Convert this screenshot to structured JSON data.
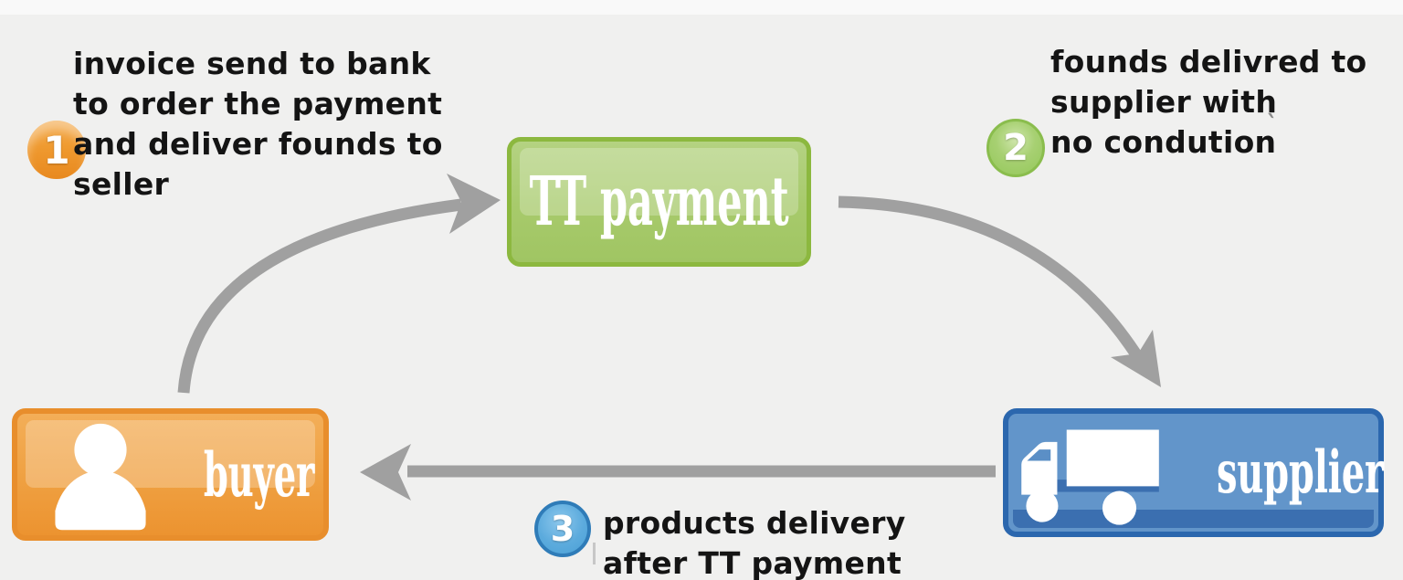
{
  "canvas": {
    "background": "#f0f0ef",
    "arrow_color": "#a0a0a0"
  },
  "steps": {
    "step1": {
      "number": "1",
      "badge_color": "#ee9227",
      "line1": "invoice send to bank",
      "line2": "to order the payment",
      "line3": "and deliver founds to",
      "line4": "seller"
    },
    "step2": {
      "number": "2",
      "badge_color": "#94c85a",
      "line1": "founds delivred to",
      "line2": "supplier with",
      "line3": "no condution",
      "stray_mark": "`"
    },
    "step3": {
      "number": "3",
      "badge_color": "#4aa0d6",
      "line1": "products delivery",
      "line2": "after TT payment"
    }
  },
  "nodes": {
    "payment": {
      "label": "TT payment",
      "fill": "#a7ca6b",
      "border": "#8cb83f"
    },
    "buyer": {
      "label": "buyer",
      "fill": "#efa041",
      "border": "#e88e2c",
      "icon": "person-icon"
    },
    "supplier": {
      "label": "supplier",
      "fill": "#6295ca",
      "border": "#2b67ae",
      "icon": "truck-icon"
    }
  },
  "flows": {
    "arrow1": {
      "from": "buyer",
      "to": "TT payment"
    },
    "arrow2": {
      "from": "TT payment",
      "to": "supplier"
    },
    "arrow3": {
      "from": "supplier",
      "to": "buyer"
    }
  }
}
